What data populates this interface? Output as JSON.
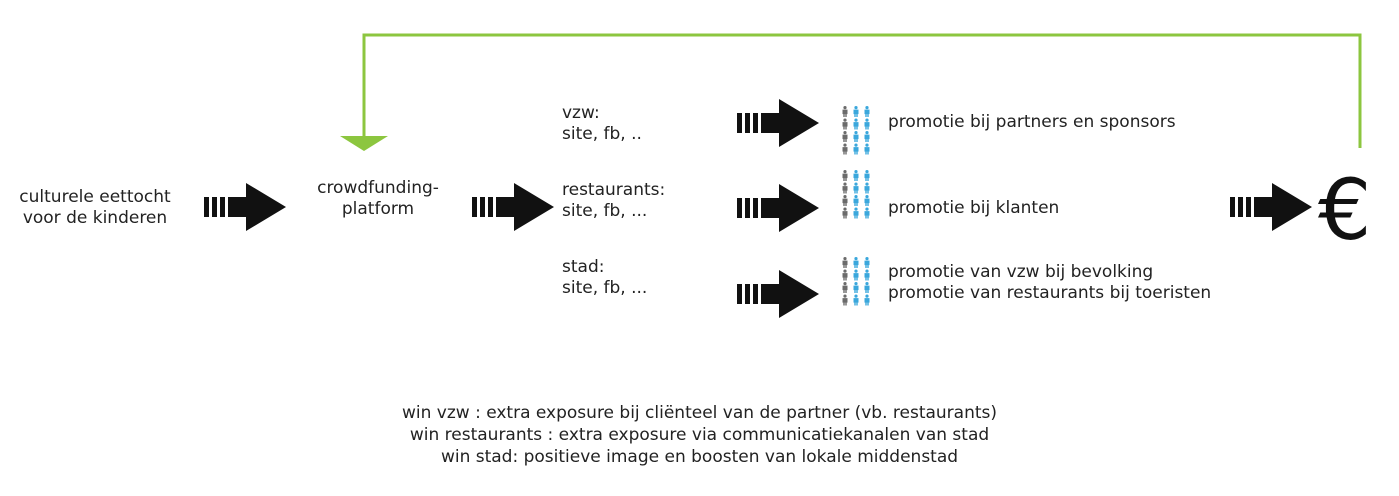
{
  "source": {
    "line1": "culturele eettocht",
    "line2": "voor de kinderen"
  },
  "platform": {
    "line1": "crowdfunding-",
    "line2": "platform"
  },
  "channels": [
    {
      "title": "vzw:",
      "detail": "site, fb, ..",
      "outcomes": [
        "promotie bij partners en sponsors"
      ]
    },
    {
      "title": "restaurants:",
      "detail": "site, fb, ...",
      "outcomes": [
        "promotie bij klanten"
      ]
    },
    {
      "title": "stad:",
      "detail": "site, fb, ...",
      "outcomes": [
        "promotie van vzw bij bevolking",
        "promotie van restaurants bij toeristen"
      ]
    }
  ],
  "result_symbol": "€",
  "notes": [
    "win vzw : extra exposure bij cliënteel van de partner (vb. restaurants)",
    "win restaurants : extra exposure via communicatiekanalen van stad",
    "win stad: positieve image en boosten van lokale middenstad"
  ],
  "colors": {
    "feedback_line": "#8cc63f",
    "arrow": "#111111",
    "people_blue": "#3aa7dc",
    "people_gray": "#6b6b6b"
  }
}
